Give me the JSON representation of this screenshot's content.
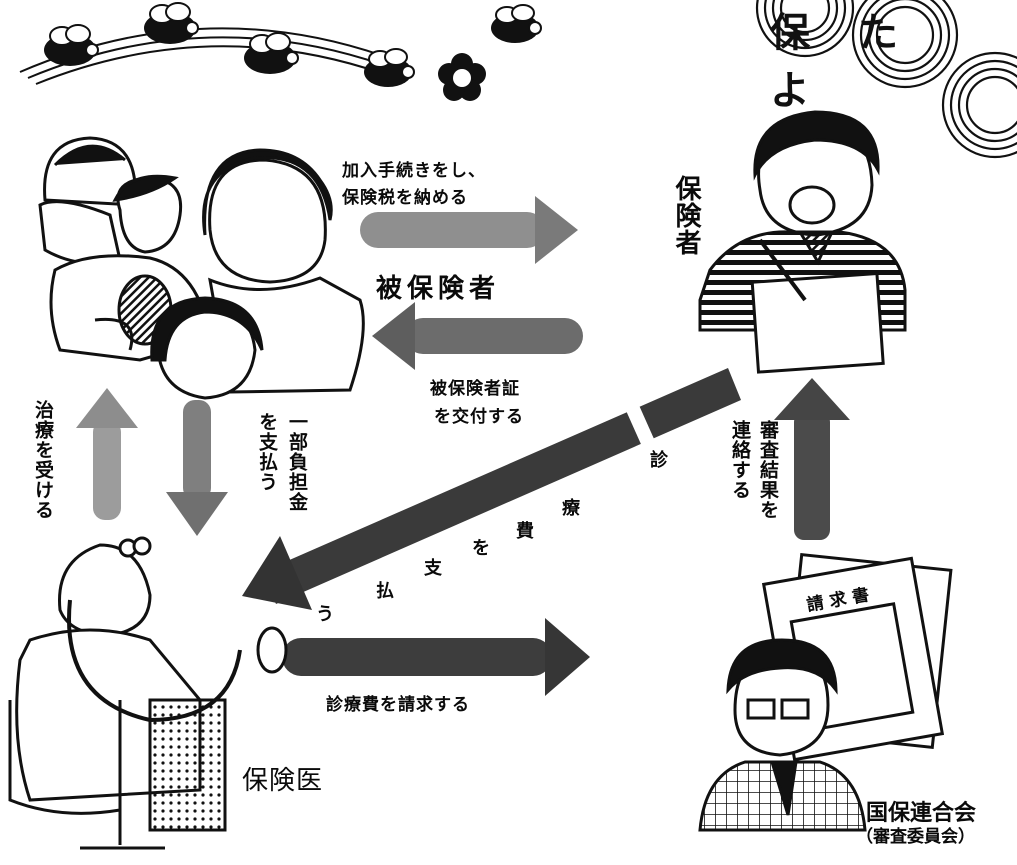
{
  "colors": {
    "ink": "#0a0a0a",
    "arrow_light": "#8f8f8f",
    "arrow_mid": "#6c6c6c",
    "arrow_dark": "#3a3a3a"
  },
  "corner_text": "保たよ",
  "labels": {
    "enroll": [
      "加入手続きをし、",
      "保険税を納める"
    ],
    "card": [
      "被保険者証",
      "を交付する"
    ],
    "insured": "被保険者",
    "insurer": "保険者",
    "treatment": "治療を受ける",
    "copay": [
      "一部負担金",
      "を支払う"
    ],
    "review": [
      "審査結果を",
      "連絡する"
    ],
    "payment_chars": [
      "診",
      "療",
      "費",
      "を",
      "支",
      "払",
      "う"
    ],
    "claim": "診療費を請求する",
    "doctor": "保険医",
    "federation": [
      "国保連合会",
      "（審査委員会）"
    ],
    "claim_form_title": "請求書"
  },
  "icons": [
    "bee-icon",
    "flower-icon",
    "family-illustration",
    "insurer-illustration",
    "doctor-illustration",
    "reviewer-illustration"
  ]
}
